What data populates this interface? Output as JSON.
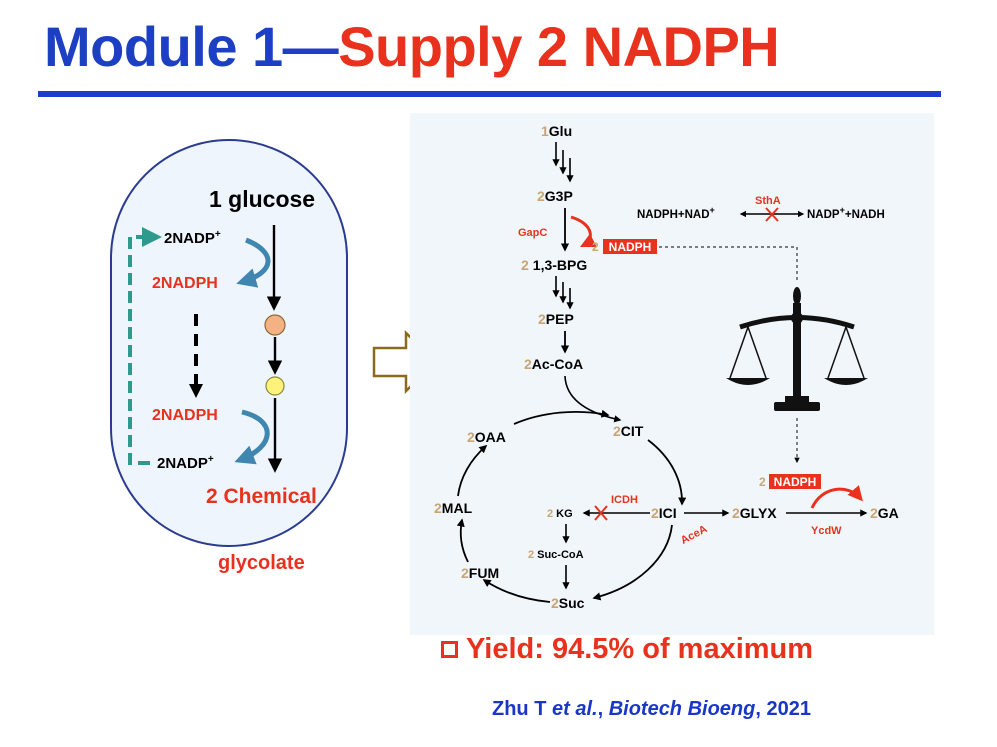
{
  "title": {
    "part1": "Module 1—",
    "part2": "Supply 2 NADPH"
  },
  "colors": {
    "blue": "#1c3fc4",
    "red": "#e8321e",
    "tan": "#c8a574",
    "teal": "#2e9a8e",
    "steel": "#3f86b0"
  },
  "cell": {
    "glucose": "1 glucose",
    "nadp_top": "2NADP",
    "nadph_top": "2NADPH",
    "nadph_bottom": "2NADPH",
    "nadp_bottom": "2NADP",
    "plus": "+",
    "chemical": "2 Chemical",
    "glycolate": "glycolate"
  },
  "pathway": {
    "glu": {
      "n": "1",
      "name": "Glu"
    },
    "g3p": {
      "n": "2",
      "name": "G3P"
    },
    "bpg": {
      "n": "2",
      "name": "1,3-BPG"
    },
    "pep": {
      "n": "2",
      "name": "PEP"
    },
    "accoa": {
      "n": "2",
      "name": "Ac-CoA"
    },
    "cit": {
      "n": "2",
      "name": "CIT"
    },
    "oaa": {
      "n": "2",
      "name": "OAA"
    },
    "mal": {
      "n": "2",
      "name": "MAL"
    },
    "fum": {
      "n": "2",
      "name": "FUM"
    },
    "suc": {
      "n": "2",
      "name": "Suc"
    },
    "ici": {
      "n": "2",
      "name": "ICI"
    },
    "kg": {
      "n": "2",
      "name": "KG"
    },
    "succoa": {
      "n": "2",
      "name": "Suc-CoA"
    },
    "glyx": {
      "n": "2",
      "name": "GLYX"
    },
    "ga": {
      "n": "2",
      "name": "GA"
    },
    "nadph_gapc": {
      "n": "2",
      "name": "NADPH"
    },
    "nadph_ycdw": {
      "n": "2",
      "name": "NADPH"
    },
    "enzymes": {
      "gapc": "GapC",
      "stha": "SthA",
      "icdh": "ICDH",
      "acea": "AceA",
      "ycdw": "YcdW"
    },
    "stha_left": "NADPH+NAD",
    "stha_right": "NADP",
    "stha_right2": "+NADH",
    "plus": "+"
  },
  "yield": "Yield: 94.5% of maximum",
  "citation": {
    "authors": "Zhu T ",
    "etal": "et al.",
    "sep1": ", ",
    "journal": "Biotech Bioeng",
    "year": ", 2021"
  }
}
